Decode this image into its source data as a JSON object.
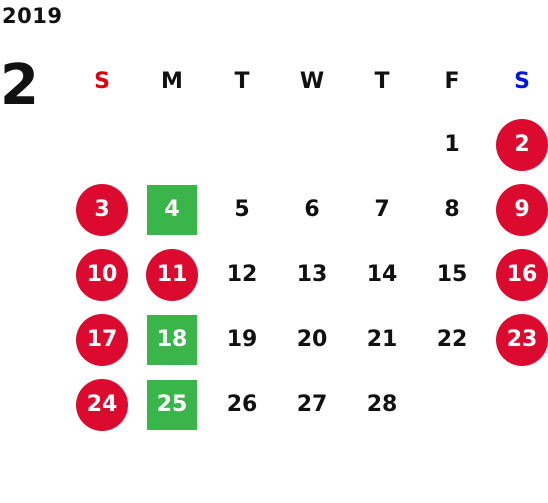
{
  "calendar": {
    "year": "2019",
    "month": "2",
    "weekdays": [
      "S",
      "M",
      "T",
      "W",
      "T",
      "F",
      "S"
    ],
    "colors": {
      "sunday_text": "#e00012",
      "saturday_text": "#0017d6",
      "holiday_circle": "#dc0a2e",
      "highlight_square": "#3ab54a"
    },
    "weeks": [
      [
        {
          "day": "",
          "style": "empty"
        },
        {
          "day": "",
          "style": "empty"
        },
        {
          "day": "",
          "style": "empty"
        },
        {
          "day": "",
          "style": "empty"
        },
        {
          "day": "",
          "style": "empty"
        },
        {
          "day": "1",
          "style": "plain"
        },
        {
          "day": "2",
          "style": "circle"
        }
      ],
      [
        {
          "day": "3",
          "style": "circle"
        },
        {
          "day": "4",
          "style": "square"
        },
        {
          "day": "5",
          "style": "plain"
        },
        {
          "day": "6",
          "style": "plain"
        },
        {
          "day": "7",
          "style": "plain"
        },
        {
          "day": "8",
          "style": "plain"
        },
        {
          "day": "9",
          "style": "circle"
        }
      ],
      [
        {
          "day": "10",
          "style": "circle"
        },
        {
          "day": "11",
          "style": "circle"
        },
        {
          "day": "12",
          "style": "plain"
        },
        {
          "day": "13",
          "style": "plain"
        },
        {
          "day": "14",
          "style": "plain"
        },
        {
          "day": "15",
          "style": "plain"
        },
        {
          "day": "16",
          "style": "circle"
        }
      ],
      [
        {
          "day": "17",
          "style": "circle"
        },
        {
          "day": "18",
          "style": "square"
        },
        {
          "day": "19",
          "style": "plain"
        },
        {
          "day": "20",
          "style": "plain"
        },
        {
          "day": "21",
          "style": "plain"
        },
        {
          "day": "22",
          "style": "plain"
        },
        {
          "day": "23",
          "style": "circle"
        }
      ],
      [
        {
          "day": "24",
          "style": "circle"
        },
        {
          "day": "25",
          "style": "square"
        },
        {
          "day": "26",
          "style": "plain"
        },
        {
          "day": "27",
          "style": "plain"
        },
        {
          "day": "28",
          "style": "plain"
        },
        {
          "day": "",
          "style": "empty"
        },
        {
          "day": "",
          "style": "empty"
        }
      ]
    ]
  }
}
